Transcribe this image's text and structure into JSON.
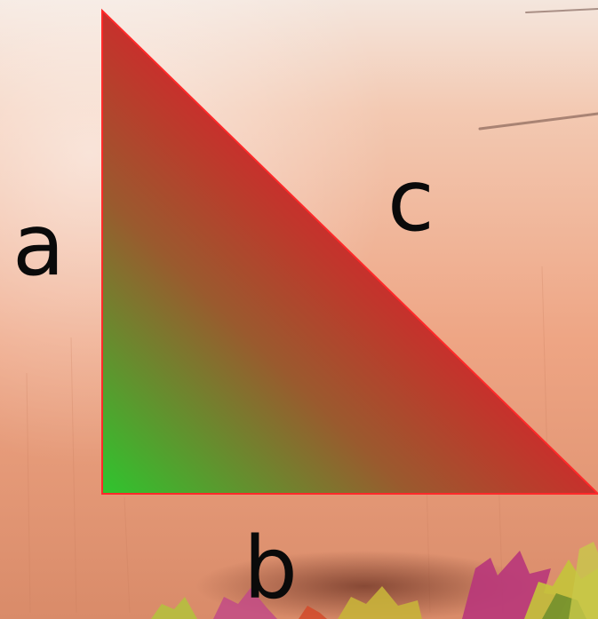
{
  "labels": {
    "side_a": "a",
    "side_b": "b",
    "side_c": "c"
  },
  "colors": {
    "triangle_gradient_start": "#2ec52e",
    "triangle_gradient_end": "#e3162a",
    "triangle_stroke": "#ff2a2a",
    "label": "#0a0a0a",
    "background_top": "#f6d7c6",
    "background_mid": "#efa888",
    "background_bottom": "#d9906f"
  }
}
